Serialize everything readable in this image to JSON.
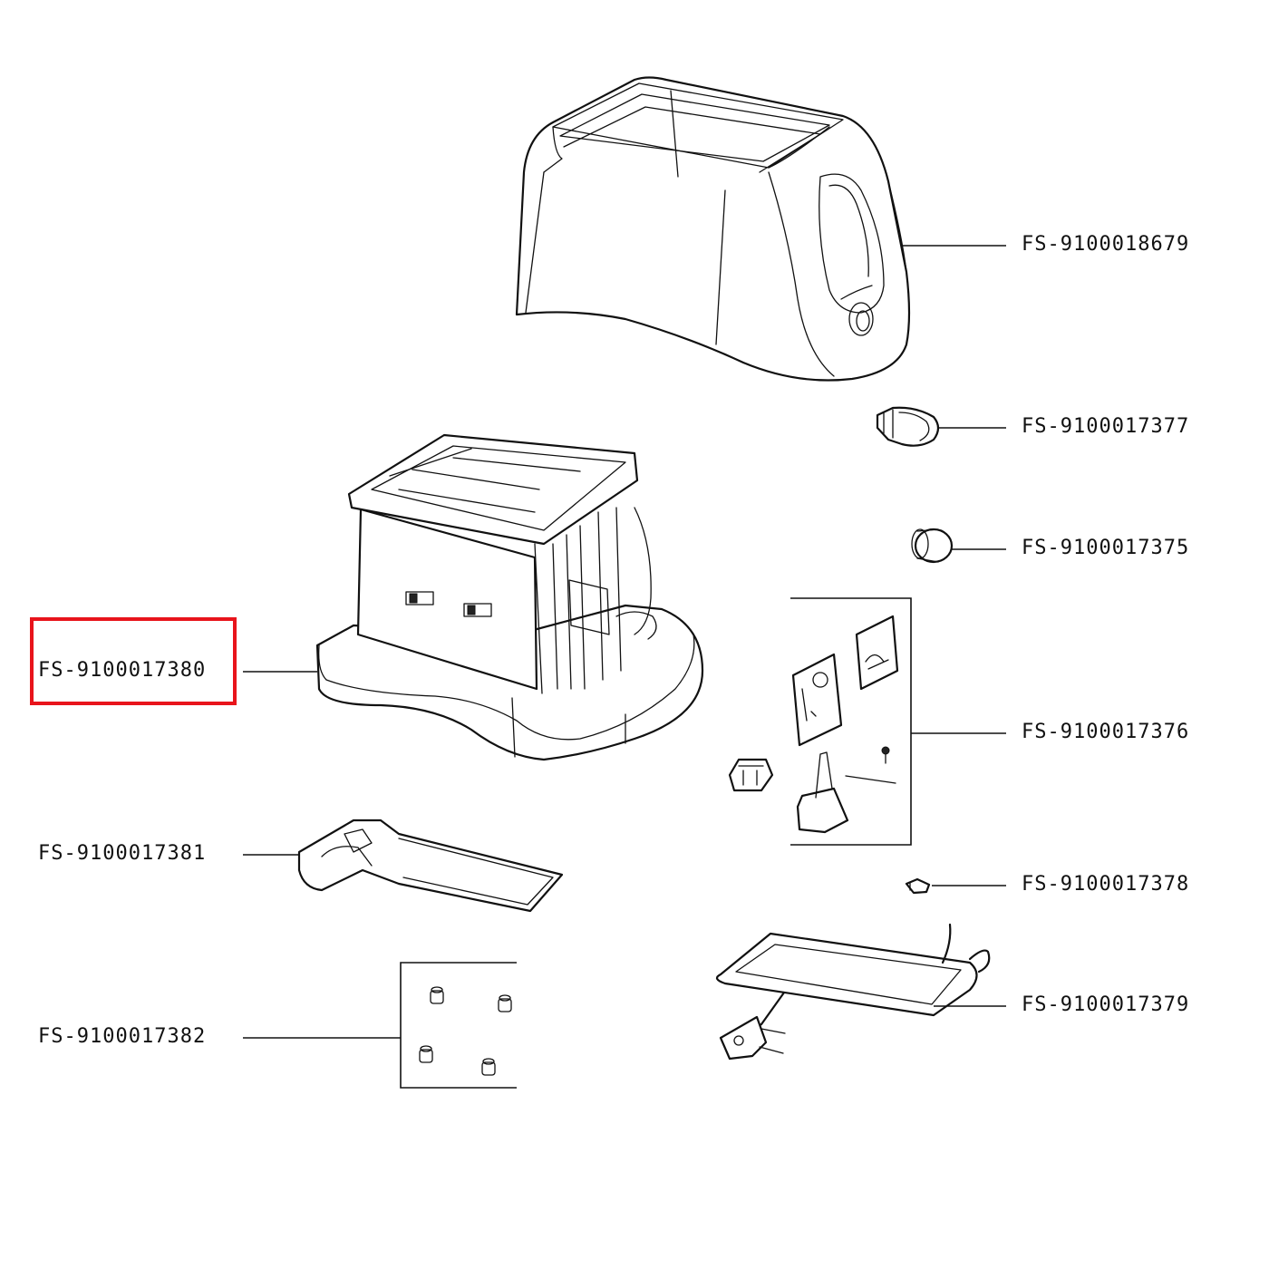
{
  "diagram": {
    "parts": [
      {
        "id": "housing",
        "label": "FS-9100018679",
        "icon": "toaster-housing-icon"
      },
      {
        "id": "lever-knob",
        "label": "FS-9100017377",
        "icon": "lever-knob-icon"
      },
      {
        "id": "control-knob",
        "label": "FS-9100017375",
        "icon": "control-knob-icon"
      },
      {
        "id": "base-assembly",
        "label": "FS-9100017380",
        "icon": "base-assembly-icon",
        "highlighted": true
      },
      {
        "id": "electronics-kit",
        "label": "FS-9100017376",
        "icon": "circuit-board-icon"
      },
      {
        "id": "crumb-tray",
        "label": "FS-9100017381",
        "icon": "crumb-tray-icon"
      },
      {
        "id": "screw",
        "label": "FS-9100017378",
        "icon": "screw-icon"
      },
      {
        "id": "feet-kit",
        "label": "FS-9100017382",
        "icon": "rubber-feet-icon"
      },
      {
        "id": "power-cord",
        "label": "FS-9100017379",
        "icon": "power-cord-icon"
      }
    ],
    "highlight_color": "#e8141b"
  }
}
